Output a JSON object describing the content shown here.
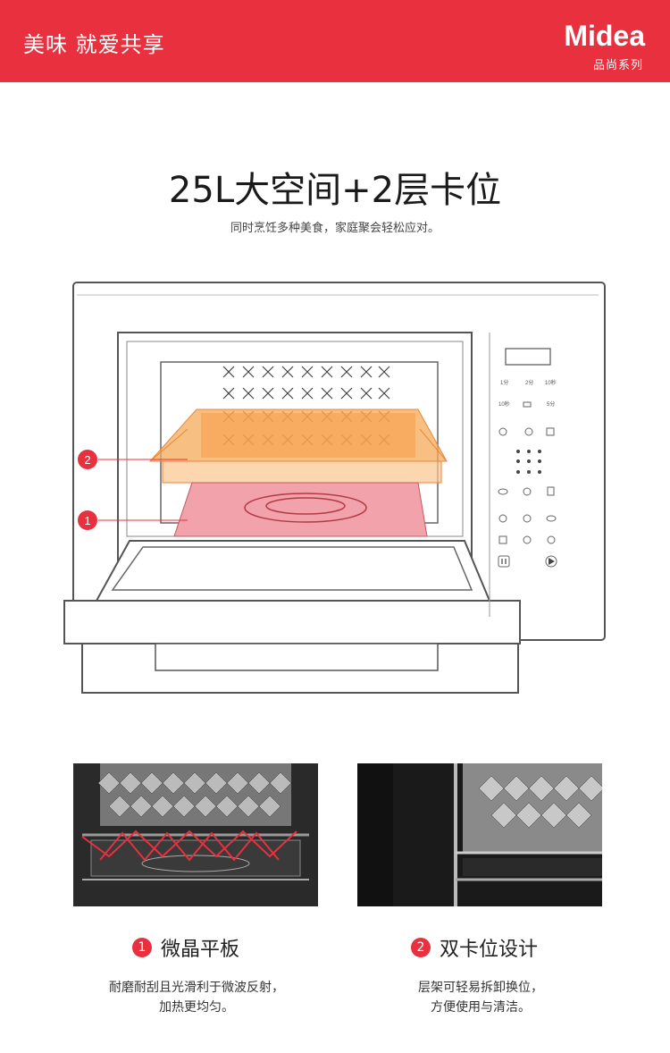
{
  "banner": {
    "slogan": "美味  就爱共享",
    "brand": "Midea",
    "series": "品尚系列",
    "color": "#e8303e"
  },
  "hero": {
    "title": "25L大空间+2层卡位",
    "subtitle": "同时烹饪多种美食，家庭聚会轻松应对。"
  },
  "diagram": {
    "callouts": [
      "2",
      "1"
    ],
    "panel_labels": [
      "1分",
      "2分",
      "10秒",
      "10秒",
      "5分"
    ]
  },
  "features": [
    {
      "number": "1",
      "title": "微晶平板",
      "desc_line1": "耐磨耐刮且光滑利于微波反射，",
      "desc_line2": "加热更均匀。"
    },
    {
      "number": "2",
      "title": "双卡位设计",
      "desc_line1": "层架可轻易拆卸换位，",
      "desc_line2": "方便使用与清洁。"
    }
  ]
}
